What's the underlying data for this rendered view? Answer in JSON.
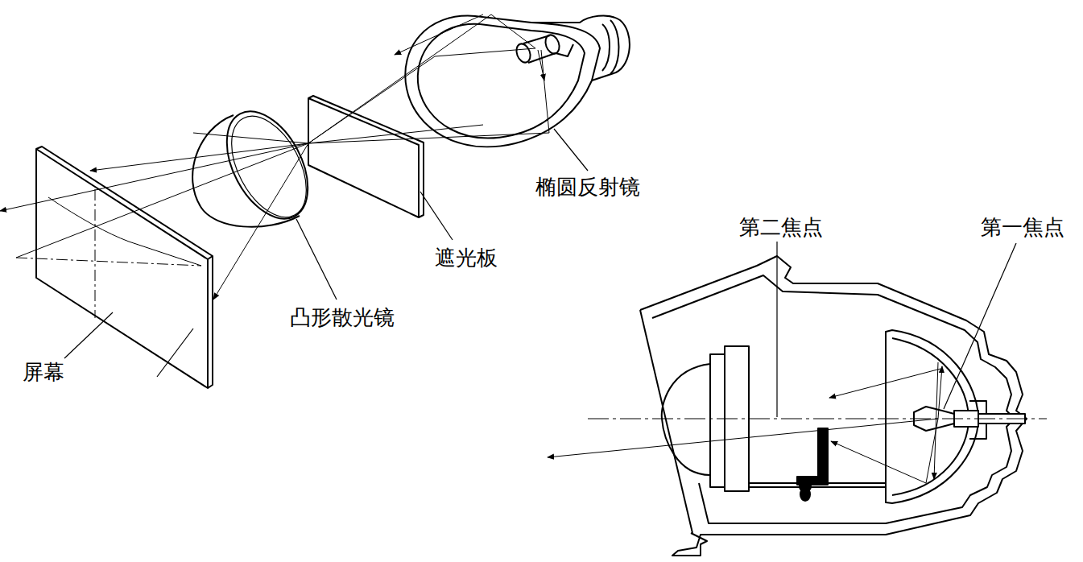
{
  "diagram": {
    "labels": [
      "椭圆反射镜",
      "第二焦点",
      "第一焦点",
      "遮光板",
      "凸形散光镜",
      "屏幕"
    ]
  }
}
